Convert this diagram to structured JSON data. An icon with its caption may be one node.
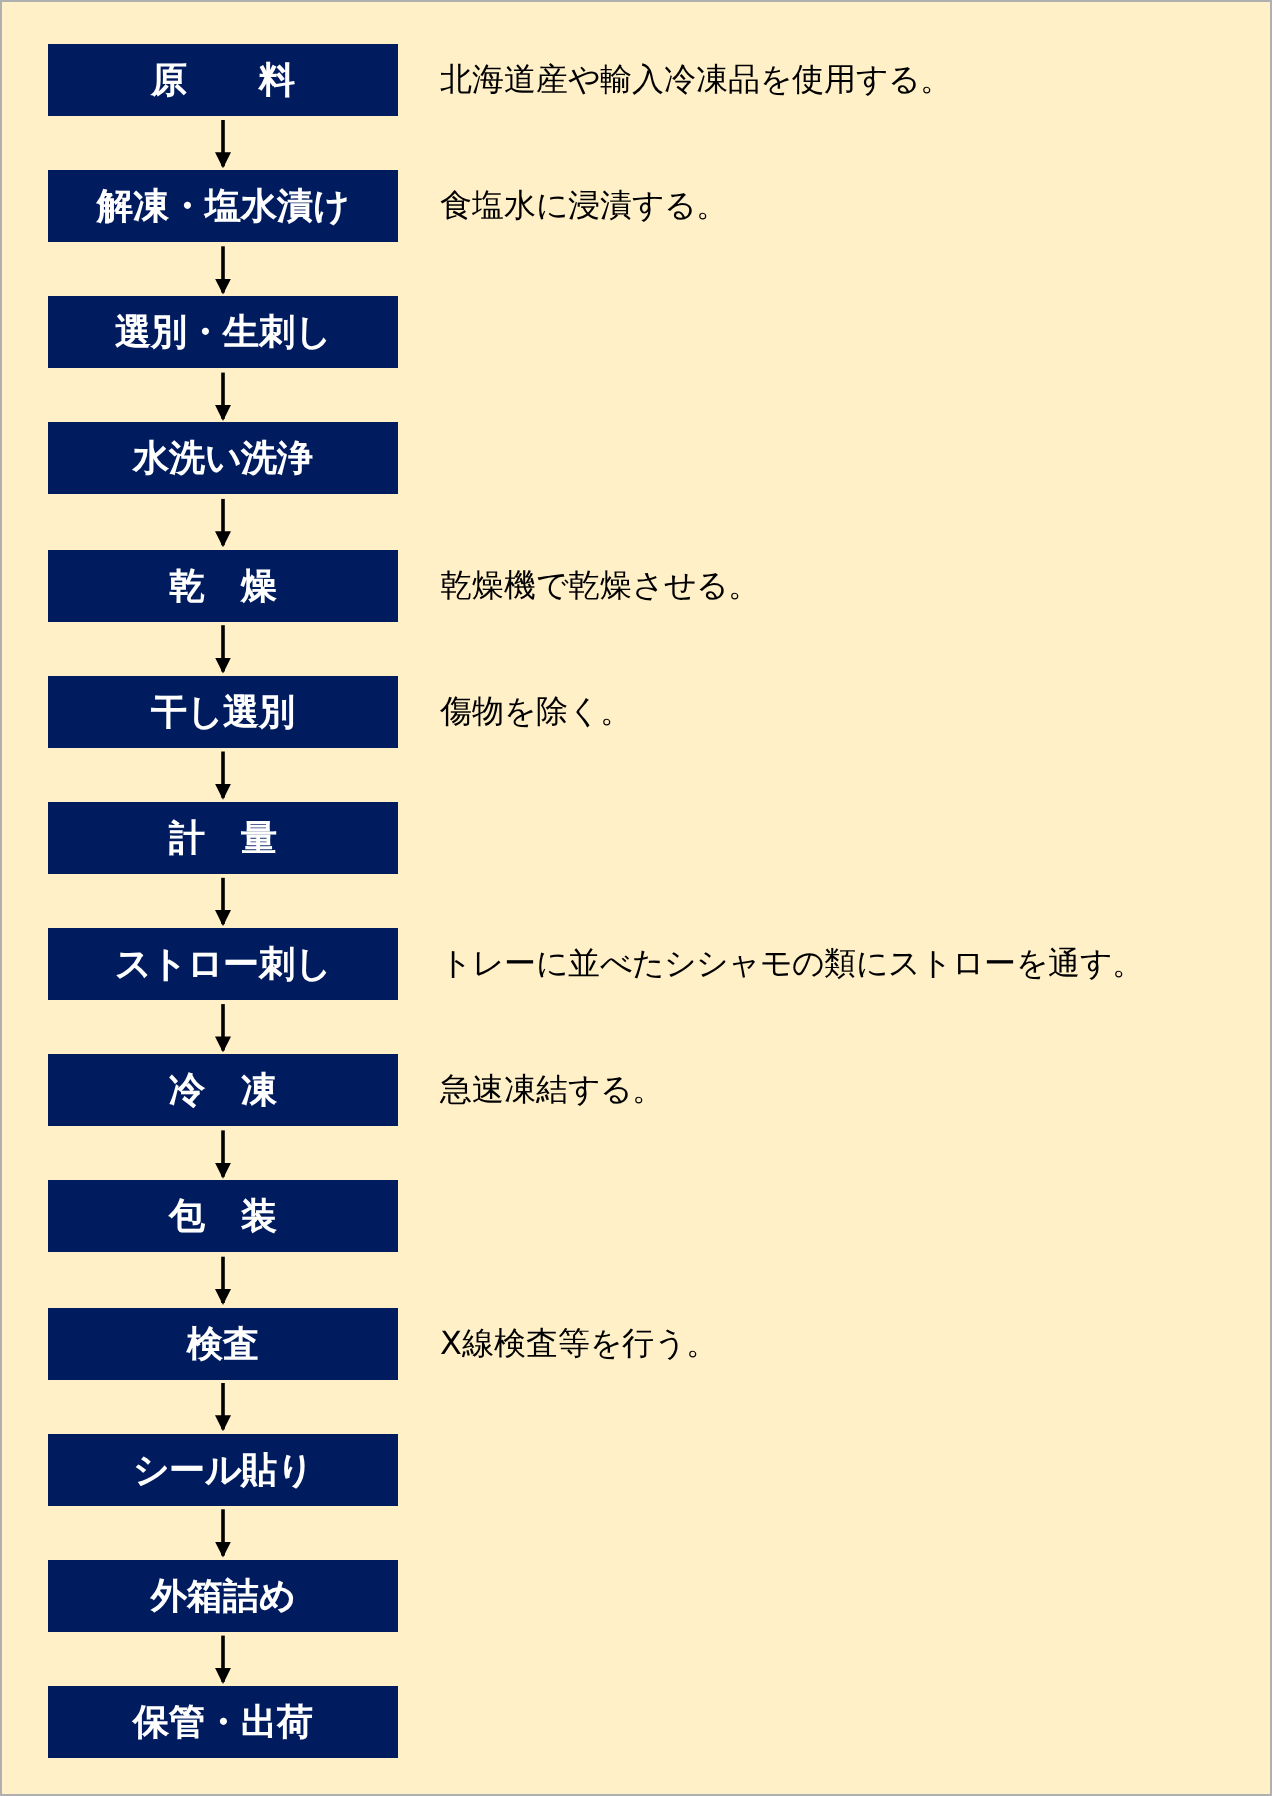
{
  "diagram": {
    "nodes": [
      {
        "text": [
          "原　　料"
        ],
        "beside": [
          "北海道産や輸入冷凍品を使用する。"
        ]
      },
      {
        "text": [
          "解凍・塩水漬け"
        ],
        "beside": [
          "食塩水に浸漬する。"
        ]
      },
      {
        "text": [
          "選別・生刺し"
        ]
      },
      {
        "text": [
          "水洗い洗浄"
        ]
      },
      {
        "text": [
          "乾　燥"
        ],
        "beside": [
          "乾燥機で乾燥させる。"
        ]
      },
      {
        "text": [
          "干し選別"
        ],
        "beside": [
          "傷物を除く。"
        ]
      },
      {
        "text": [
          "計　量"
        ]
      },
      {
        "text": [
          "ストロー刺し"
        ],
        "beside": [
          "トレーに並べたシシャモの類にストローを通す。"
        ]
      },
      {
        "text": [
          "冷　凍"
        ],
        "beside": [
          "急速凍結する。"
        ]
      },
      {
        "text": [
          "包　装"
        ]
      },
      {
        "text": [
          "検査"
        ],
        "beside": [
          "X線検査等を行う。"
        ]
      },
      {
        "text": [
          "シール貼り"
        ]
      },
      {
        "text": [
          "外箱詰め"
        ]
      },
      {
        "text": [
          "保管・出荷"
        ]
      }
    ],
    "edges": [
      {
        "from": 0,
        "to": 1,
        "arrow": "to"
      },
      {
        "from": 1,
        "to": 2,
        "arrow": "to"
      },
      {
        "from": 2,
        "to": 3,
        "arrow": "to"
      },
      {
        "from": 3,
        "to": 4,
        "arrow": "to"
      },
      {
        "from": 4,
        "to": 5,
        "arrow": "to"
      },
      {
        "from": 5,
        "to": 6,
        "arrow": "to"
      },
      {
        "from": 6,
        "to": 7,
        "arrow": "to"
      },
      {
        "from": 7,
        "to": 8,
        "arrow": "to"
      },
      {
        "from": 8,
        "to": 9,
        "arrow": "to"
      },
      {
        "from": 9,
        "to": 10,
        "arrow": "to"
      },
      {
        "from": 10,
        "to": 11,
        "arrow": "to"
      },
      {
        "from": 11,
        "to": 12,
        "arrow": "to"
      },
      {
        "from": 12,
        "to": 13,
        "arrow": "to"
      }
    ]
  }
}
